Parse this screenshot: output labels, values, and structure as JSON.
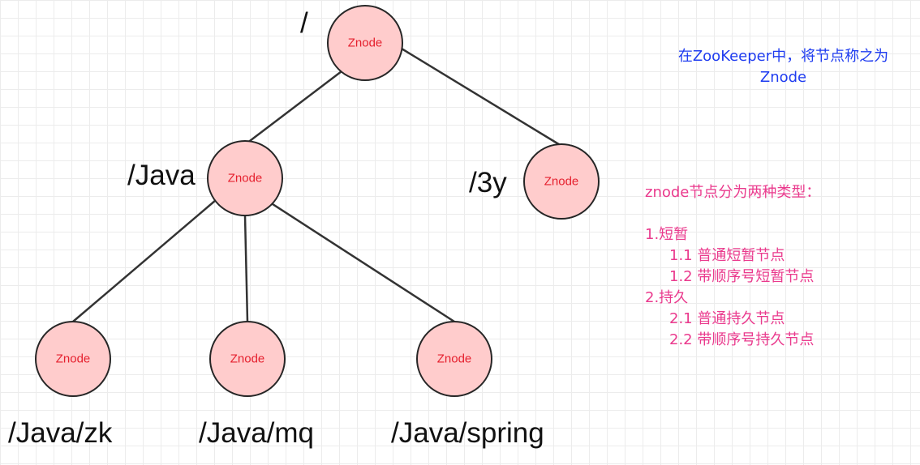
{
  "nodes": [
    {
      "id": "root",
      "text": "Znode",
      "label": "/"
    },
    {
      "id": "java",
      "text": "Znode",
      "label": "/Java"
    },
    {
      "id": "3y",
      "text": "Znode",
      "label": "/3y"
    },
    {
      "id": "zk",
      "text": "Znode",
      "label": "/Java/zk"
    },
    {
      "id": "mq",
      "text": "Znode",
      "label": "/Java/mq"
    },
    {
      "id": "spring",
      "text": "Znode",
      "label": "/Java/spring"
    }
  ],
  "edges": [
    {
      "from": "root",
      "to": "java"
    },
    {
      "from": "root",
      "to": "3y"
    },
    {
      "from": "java",
      "to": "zk"
    },
    {
      "from": "java",
      "to": "mq"
    },
    {
      "from": "java",
      "to": "spring"
    }
  ],
  "notes": {
    "znode_definition": [
      "在ZooKeeper中，将节点称之为",
      "Znode"
    ],
    "types": {
      "title": "znode节点分为两种类型：",
      "ephemeral": "1.短暂",
      "ephemeral_normal": "1.1 普通短暂节点",
      "ephemeral_sequential": "1.2 带顺序号短暂节点",
      "persistent": "2.持久",
      "persistent_normal": "2.1 普通持久节点",
      "persistent_sequential": "2.2 带顺序号持久节点"
    }
  },
  "colors": {
    "node_fill": "#ffcccc",
    "node_text": "#e5202e",
    "definition_text": "#1f3cf0",
    "types_text": "#ea3a8d"
  }
}
